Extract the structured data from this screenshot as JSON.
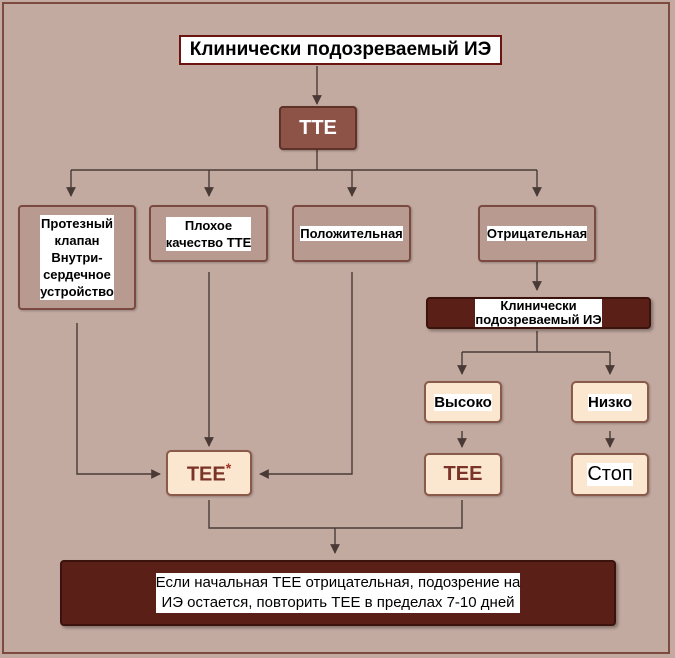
{
  "nodes": {
    "top": "Клинически подозреваемый ИЭ",
    "tte": "TTE",
    "prosthetic_lines": [
      "Протезный",
      "клапан",
      "Внутри-",
      "сердечное",
      "устройство"
    ],
    "poor_lines": [
      "Плохое",
      "качество TTE"
    ],
    "positive": "Положительная",
    "negative": "Отрицательная",
    "clinical2_lines": [
      "Клинически",
      "подозреваемый ИЭ"
    ],
    "high": "Высоко",
    "low": "Низко",
    "tee_star": "TEE",
    "star": "*",
    "tee": "TEE",
    "stop": "Стоп",
    "final_lines": [
      "Если начальная TEE отрицательная, подозрение на",
      "ИЭ остается, повторить TEE в пределах 7-10 дней"
    ]
  },
  "colors": {
    "background": "#c3aaa1",
    "dark_box": "#8c5346",
    "light_box": "#fbe6cf",
    "maroon_box": "#5a1f17",
    "line": "#4a3a36"
  }
}
